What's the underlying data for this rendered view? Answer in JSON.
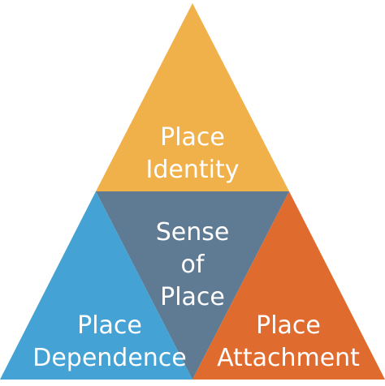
{
  "colors": {
    "top": "#f0b04a",
    "center": "#5f7a93",
    "left": "#44a2d4",
    "right": "#e06b2f",
    "background": "#ffffff",
    "text": "#ffffff"
  },
  "segments": {
    "top": {
      "line1": "Place",
      "line2": "Identity"
    },
    "center": {
      "line1": "Sense",
      "line2": "of",
      "line3": "Place"
    },
    "left": {
      "line1": "Place",
      "line2": "Dependence"
    },
    "right": {
      "line1": "Place",
      "line2": "Attachment"
    }
  }
}
